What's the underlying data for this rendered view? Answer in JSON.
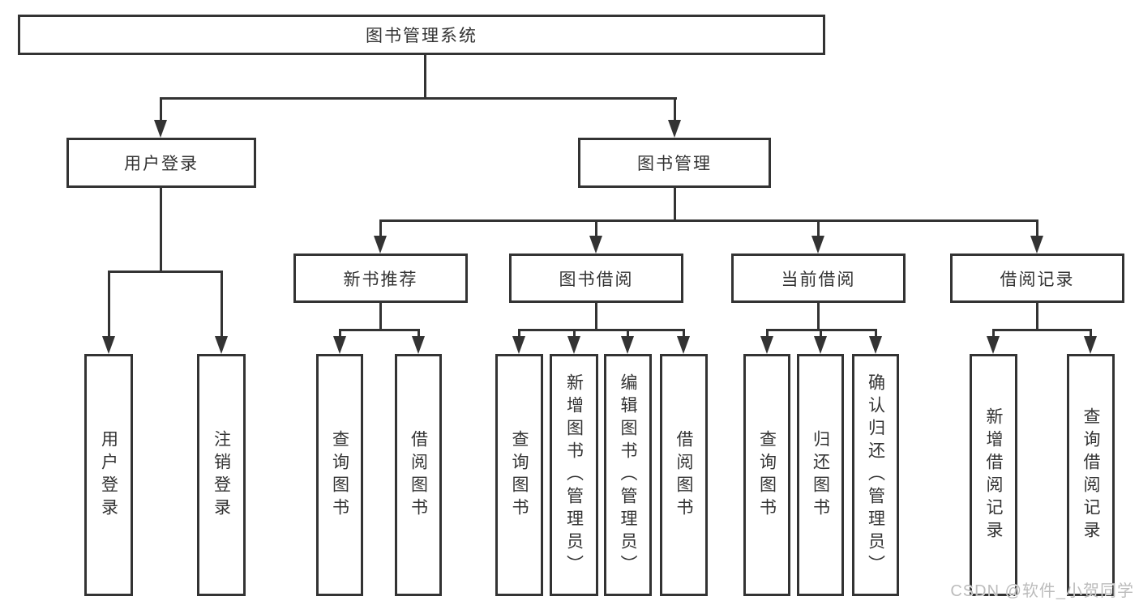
{
  "diagram": {
    "root": {
      "label": "图书管理系统"
    },
    "level2": [
      {
        "label": "用户登录",
        "children": [
          {
            "label": "用户登录"
          },
          {
            "label": "注销登录"
          }
        ]
      },
      {
        "label": "图书管理",
        "children": [
          {
            "label": "新书推荐",
            "children": [
              {
                "label": "查询图书"
              },
              {
                "label": "借阅图书"
              }
            ]
          },
          {
            "label": "图书借阅",
            "children": [
              {
                "label": "查询图书"
              },
              {
                "label": "新增图书（管理员）"
              },
              {
                "label": "编辑图书（管理员）"
              },
              {
                "label": "借阅图书"
              }
            ]
          },
          {
            "label": "当前借阅",
            "children": [
              {
                "label": "查询图书"
              },
              {
                "label": "归还图书"
              },
              {
                "label": "确认归还（管理员）"
              }
            ]
          },
          {
            "label": "借阅记录",
            "children": [
              {
                "label": "新增借阅记录"
              },
              {
                "label": "查询借阅记录"
              }
            ]
          }
        ]
      }
    ]
  },
  "watermark": {
    "text": "CSDN @软件_小贺同学"
  },
  "colors": {
    "line": "#333333",
    "box_border": "#333333",
    "box_bg": "#ffffff",
    "text": "#333333",
    "watermark": "#bcbcbc",
    "canvas_bg": "#ffffff"
  }
}
